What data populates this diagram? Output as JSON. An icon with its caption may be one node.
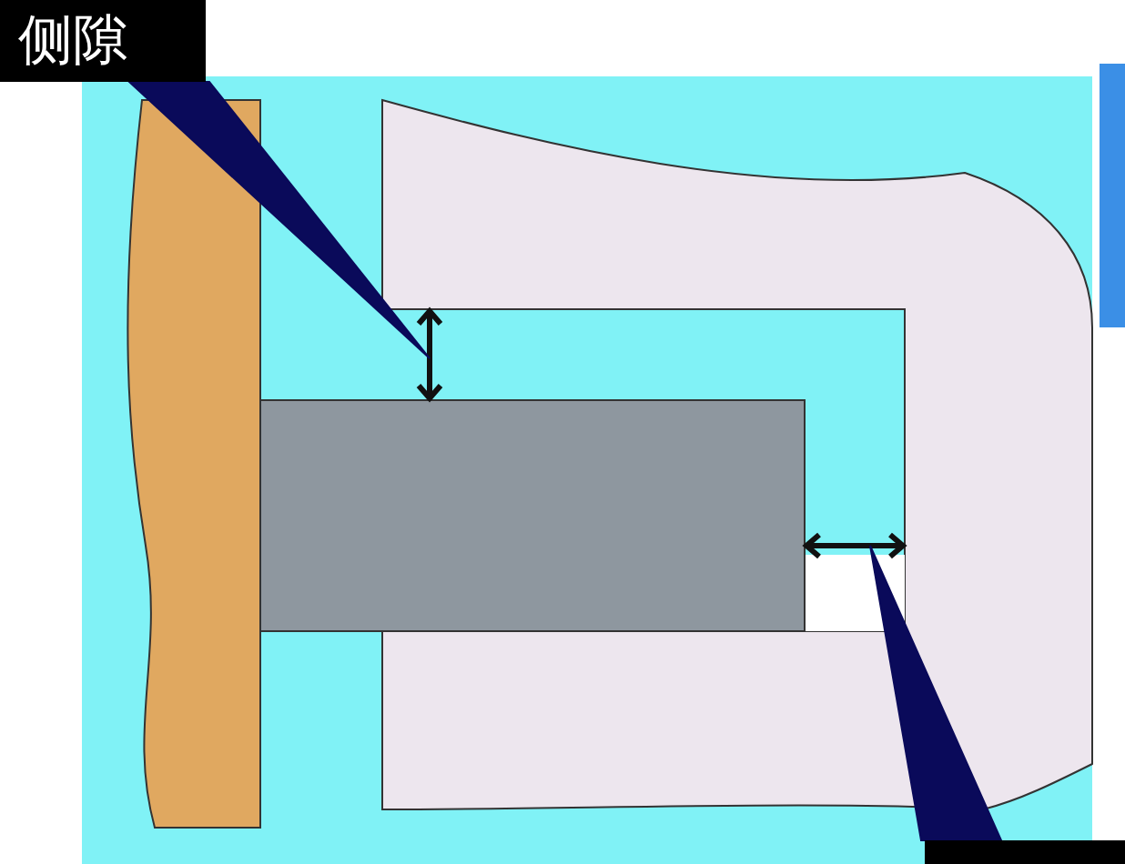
{
  "diagram": {
    "nodes": [
      {
        "text": [
          "侧隙"
        ]
      },
      {
        "text": [],
        "shape": "arrow"
      },
      {
        "text": [],
        "shape": "box"
      },
      {
        "text": [],
        "shape": "arrow"
      }
    ],
    "edges": [
      {
        "from": 0,
        "to": 1,
        "arrow": "none"
      },
      {
        "from": 2,
        "to": 3,
        "arrow": "none"
      }
    ]
  }
}
